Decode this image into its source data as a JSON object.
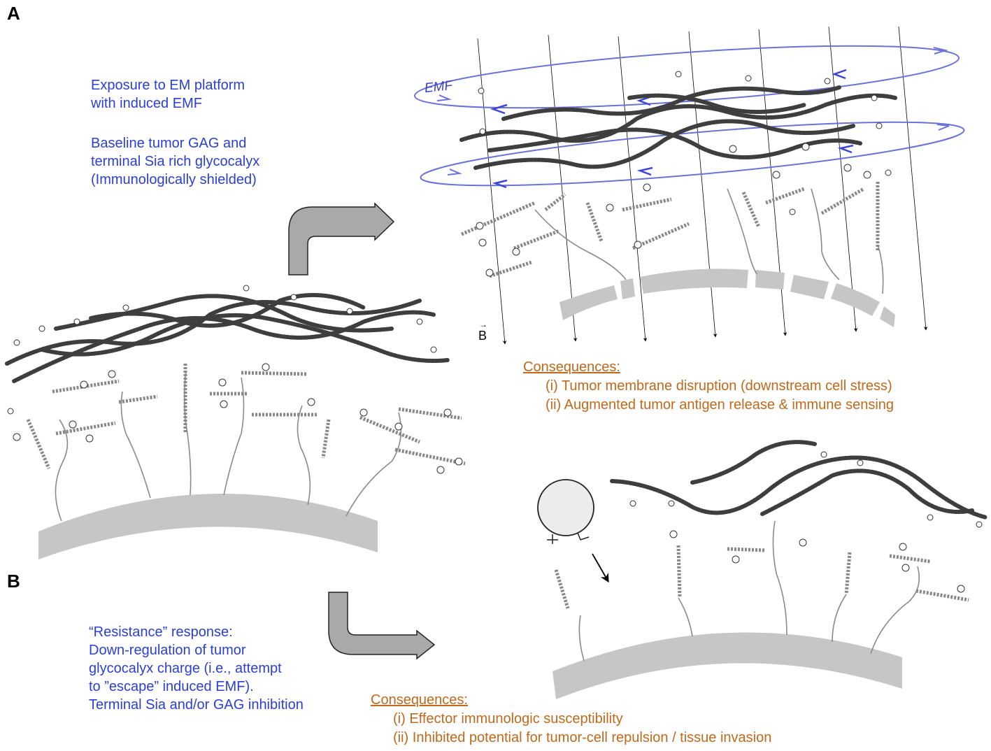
{
  "panels": {
    "a_label": "A",
    "b_label": "B"
  },
  "panel_a": {
    "exposure_text": [
      "Exposure to EM platform",
      "with induced EMF"
    ],
    "baseline_text": [
      "Baseline tumor GAG and",
      "terminal Sia rich glycocalyx",
      "(Immunologically shielded)"
    ],
    "emf_label": "EMF",
    "b_field_label": "B",
    "consequences": {
      "heading": "Consequences:",
      "items": [
        "(i) Tumor membrane disruption (downstream cell stress)",
        "(ii) Augmented tumor antigen release & immune sensing"
      ]
    }
  },
  "panel_b": {
    "resistance_text": [
      "“Resistance” response:",
      "Down-regulation of tumor",
      "glycocalyx charge (i.e., attempt",
      "to ”escape” induced EMF).",
      "Terminal Sia and/or GAG inhibition"
    ],
    "consequences": {
      "heading": "Consequences:",
      "items": [
        "(i) Effector immunologic susceptibility",
        "(ii) Inhibited potential for tumor-cell repulsion / tissue invasion"
      ]
    }
  },
  "colors": {
    "blue_text": "#2b3fd6",
    "orange_text": "#c0691c",
    "emf_loop": "#6b72d8",
    "membrane": "#c6c6c6",
    "arrow_fill": "#a9a9a9"
  }
}
